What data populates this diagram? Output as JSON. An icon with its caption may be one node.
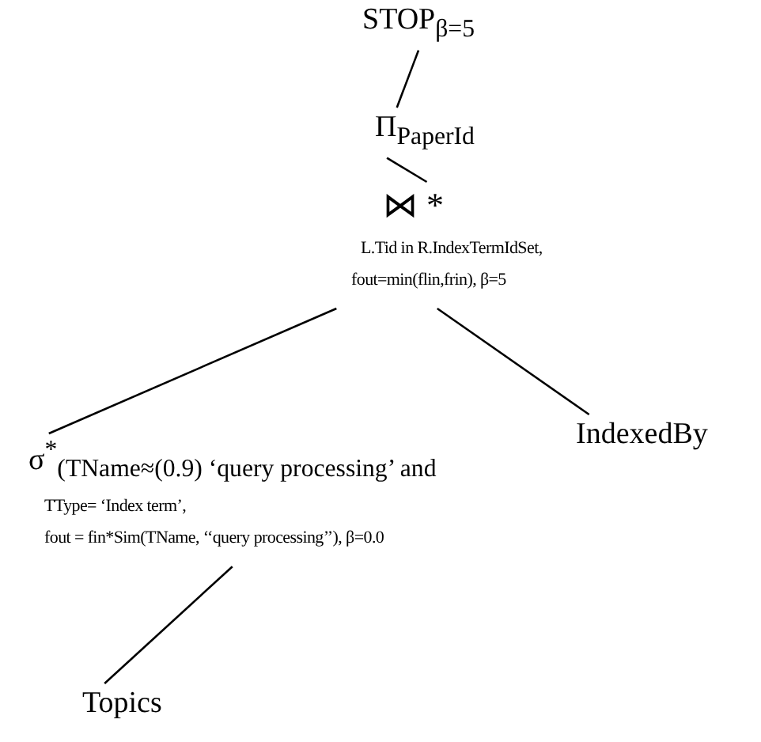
{
  "diagram": {
    "nodes": [
      {
        "text": [
          "STOP$_{β=5}$"
        ]
      },
      {
        "text": [
          "Π$_{PaperId}$"
        ]
      },
      {
        "text": [
          "⋈ *",
          "L.Tid in R.IndexTermIdSet,",
          "fout=min(flin,frin), β=5"
        ]
      },
      {
        "text": [
          "σ$^{*}$$_{(TName≈(0.9) ‘query processing’ and}$",
          "TType= ‘Index term’,",
          "fout = fin*Sim(TName, ‘‘query processing’’), β=0.0"
        ]
      },
      {
        "text": [
          "IndexedBy"
        ]
      },
      {
        "text": [
          "Topics"
        ]
      }
    ],
    "edges": [
      {
        "from": 0,
        "to": 1,
        "arrow": "none"
      },
      {
        "from": 1,
        "to": 2,
        "arrow": "none"
      },
      {
        "from": 2,
        "to": 3,
        "arrow": "none"
      },
      {
        "from": 2,
        "to": 4,
        "arrow": "none"
      },
      {
        "from": 3,
        "to": 5,
        "arrow": "none"
      }
    ]
  }
}
